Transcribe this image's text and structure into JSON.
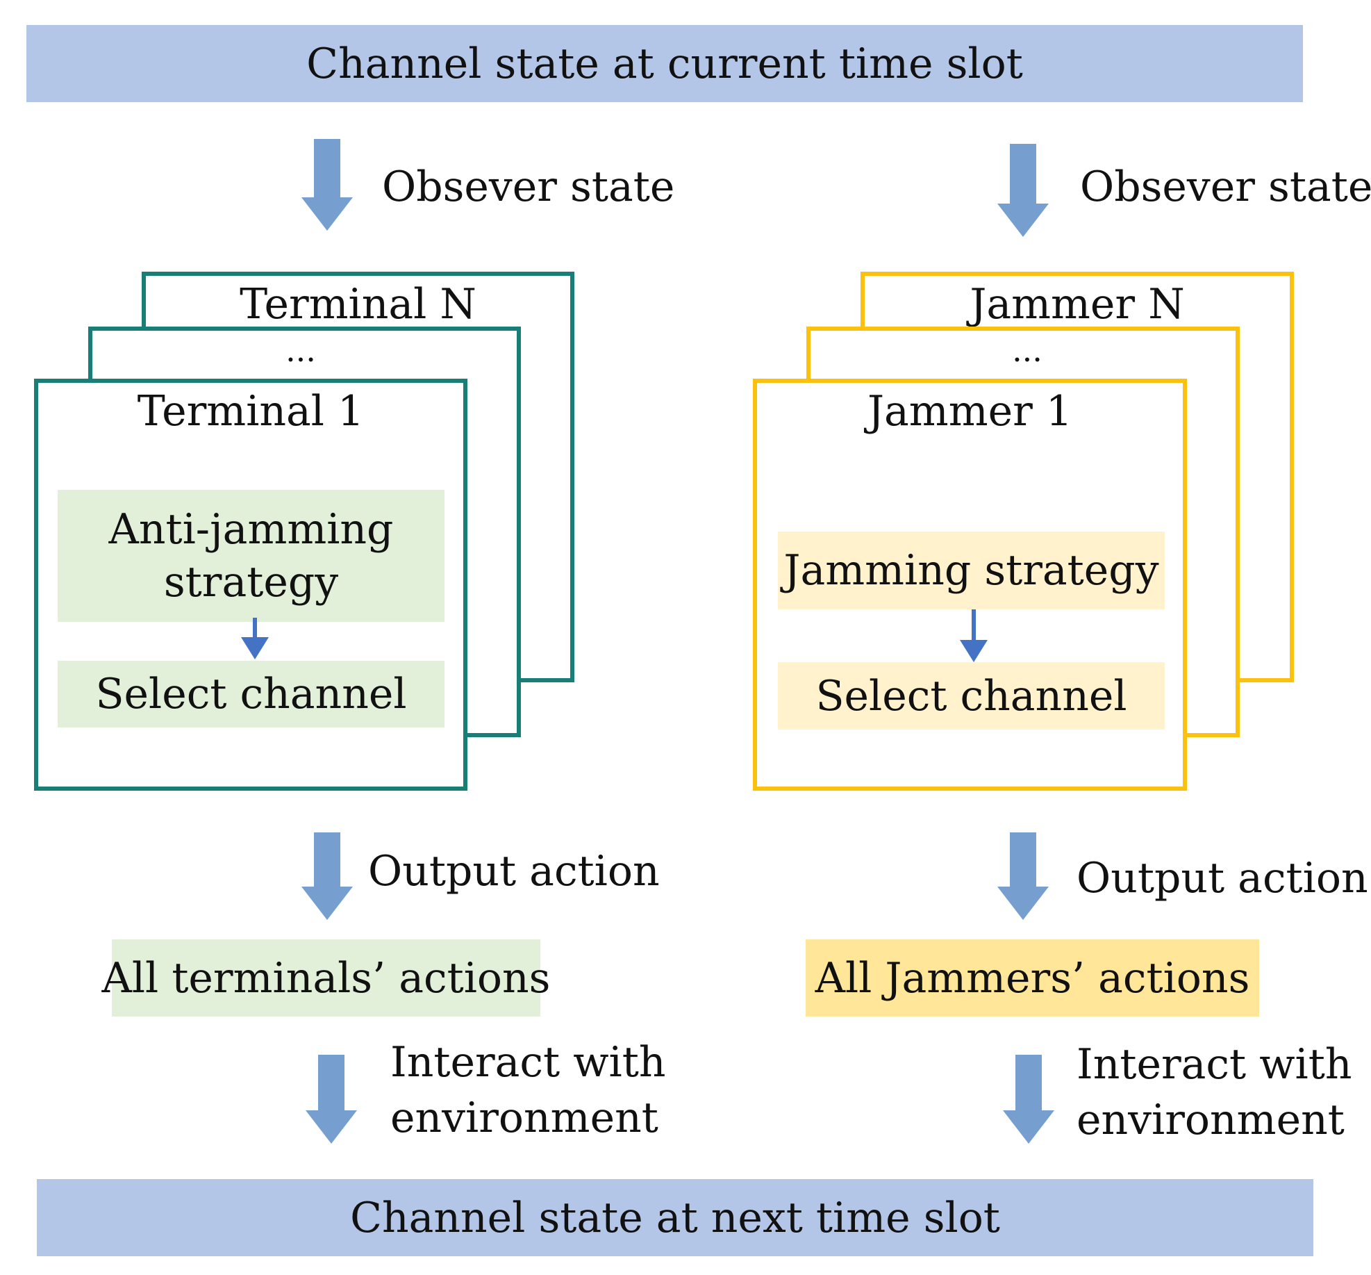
{
  "top_bar": {
    "text": "Channel state at current time slot"
  },
  "bottom_bar": {
    "text": "Channel state at next time slot"
  },
  "terminals": {
    "observe_label": "Obsever state",
    "card_back_title": "Terminal N",
    "ellipsis": "...",
    "card_front_title": "Terminal 1",
    "strategy_line1": "Anti-jamming",
    "strategy_line2": "strategy",
    "select_channel": "Select channel",
    "output_label": "Output action",
    "actions": "All terminals’ actions",
    "interact_line1": "Interact with",
    "interact_line2": "environment"
  },
  "jammers": {
    "observe_label": "Obsever state",
    "card_back_title": "Jammer N",
    "ellipsis": "...",
    "card_front_title": "Jammer 1",
    "strategy": "Jamming strategy",
    "select_channel": "Select channel",
    "output_label": "Output action",
    "actions": "All Jammers’ actions",
    "interact_line1": "Interact with",
    "interact_line2": "environment"
  },
  "colors": {
    "bar": "#b4c6e7",
    "arrow": "#769fcf",
    "small_arrow": "#4472c4",
    "teal_border": "#177f78",
    "gold_border": "#fcc10f",
    "green_fill": "#e2efd9",
    "cream_fill": "#fff2cc",
    "yellow_fill": "#ffe699"
  }
}
